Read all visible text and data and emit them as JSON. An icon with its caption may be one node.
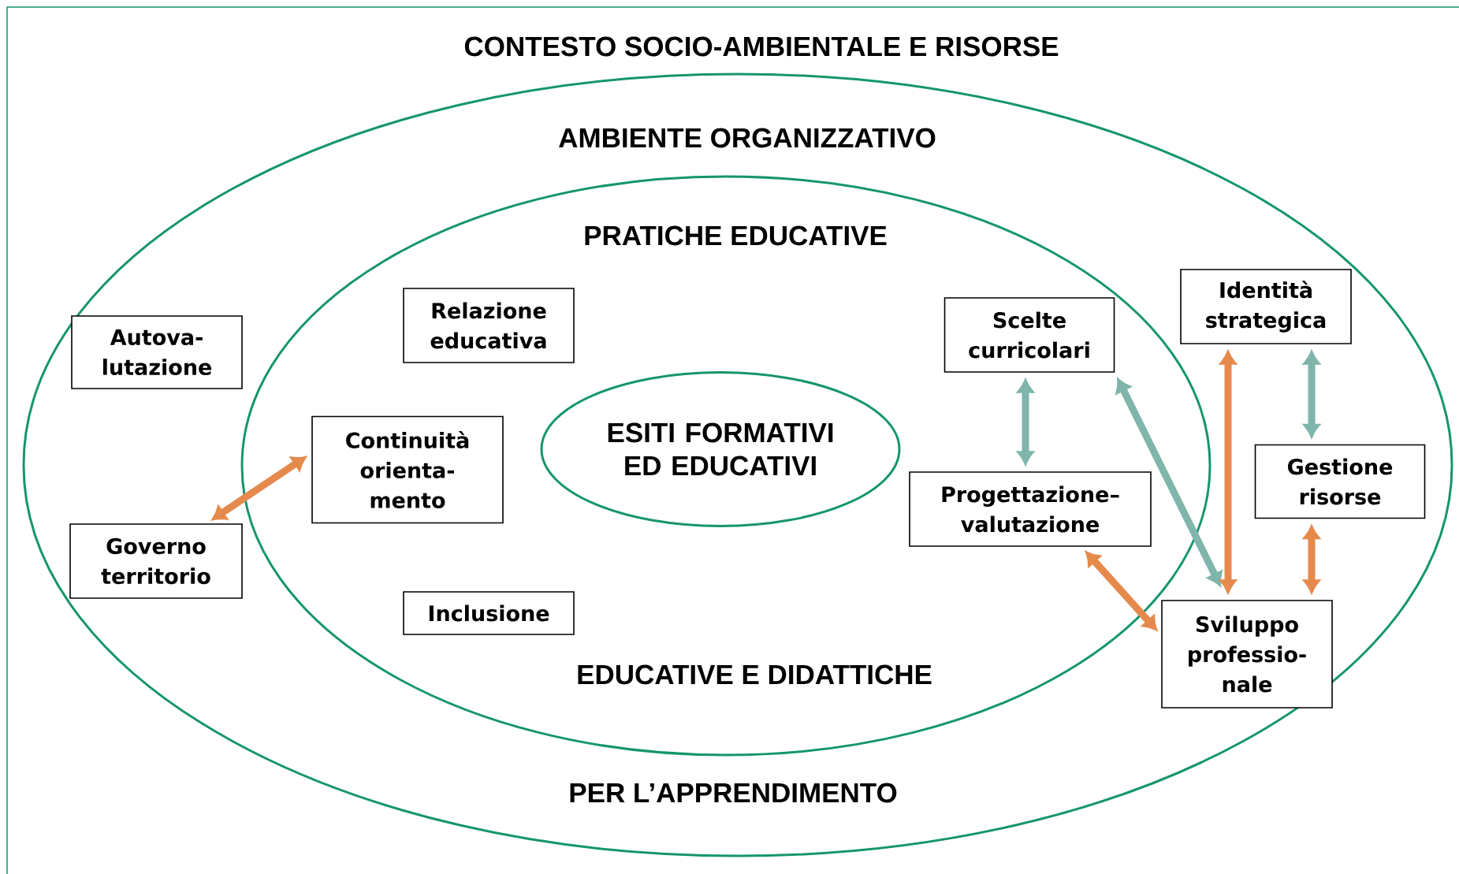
{
  "diagram": {
    "nodes": [
      {
        "text": [
          "CONTESTO SOCIO-AMBIENTALE E RISORSE"
        ]
      },
      {
        "text": [
          "AMBIENTE ORGANIZZATIVO",
          "PER L’APPRENDIMENTO"
        ],
        "in": 0
      },
      {
        "text": [
          "PRATICHE EDUCATIVE",
          "EDUCATIVE E DIDATTICHE"
        ],
        "in": 1
      },
      {
        "text": [
          "ESITI FORMATIVI ED EDUCATIVI"
        ],
        "in": 2
      },
      {
        "text": [
          "Identità strategica"
        ],
        "in": 1
      },
      {
        "text": [
          "Relazione educativa"
        ],
        "in": 2
      },
      {
        "text": [
          "Scelte curricolari"
        ],
        "in": 2
      },
      {
        "text": [
          "Autova- lutazione"
        ],
        "in": 1
      },
      {
        "text": [
          "Continuità orienta- mento"
        ],
        "in": 2
      },
      {
        "text": [
          "Gestione risorse"
        ],
        "in": 1
      },
      {
        "text": [
          "Progettazione– valutazione"
        ],
        "in": 2
      },
      {
        "text": [
          "Governo territorio"
        ],
        "in": 1
      },
      {
        "text": [
          "Inclusione"
        ],
        "in": 2
      },
      {
        "text": [
          "Sviluppo professio- nale"
        ],
        "in": 1
      }
    ],
    "edges": [
      {
        "from": 11,
        "to": 8,
        "arrow": "both"
      },
      {
        "from": 6,
        "to": 10,
        "arrow": "both",
        "color": "#7fb5aa"
      },
      {
        "from": 6,
        "to": 13,
        "arrow": "both",
        "color": "#7fb5aa"
      },
      {
        "from": 10,
        "to": 13,
        "arrow": "both"
      },
      {
        "from": 4,
        "to": 13,
        "arrow": "both"
      },
      {
        "from": 4,
        "to": 9,
        "arrow": "both",
        "color": "#7fb5aa"
      },
      {
        "from": 9,
        "to": 13,
        "arrow": "both"
      }
    ]
  }
}
